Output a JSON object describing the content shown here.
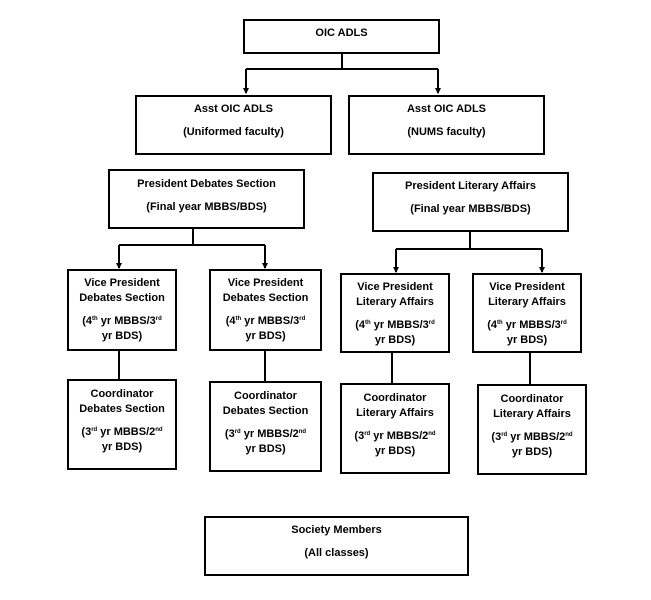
{
  "colors": {
    "line": "#000000",
    "background": "#ffffff"
  },
  "chart": {
    "oic": {
      "title": "OIC ADLS"
    },
    "asst_uniformed": {
      "title": "Asst OIC ADLS",
      "subtitle": "(Uniformed faculty)"
    },
    "asst_nums": {
      "title": "Asst OIC ADLS",
      "subtitle": "(NUMS faculty)"
    },
    "president_debates": {
      "title": "President Debates Section",
      "subtitle": "(Final year MBBS/BDS)"
    },
    "president_literary": {
      "title": "President Literary Affairs",
      "subtitle": "(Final year MBBS/BDS)"
    },
    "vp_debates_1": {
      "title_1": "Vice President",
      "title_2": "Debates Section",
      "d1": "4",
      "sup1": "th",
      "d2": " yr MBBS/3",
      "sup2": "rd",
      "d3": "yr BDS)"
    },
    "vp_debates_2": {
      "title_1": "Vice President",
      "title_2": "Debates Section",
      "d1": "4",
      "sup1": "th",
      "d2": " yr MBBS/3",
      "sup2": "rd",
      "d3": "yr BDS)"
    },
    "vp_literary_1": {
      "title_1": "Vice President",
      "title_2": "Literary Affairs",
      "d1": "4",
      "sup1": "th",
      "d2": " yr MBBS/3",
      "sup2": "rd",
      "d3": "yr BDS)"
    },
    "vp_literary_2": {
      "title_1": "Vice President",
      "title_2": "Literary Affairs",
      "d1": "4",
      "sup1": "th",
      "d2": " yr MBBS/3",
      "sup2": "rd",
      "d3": "yr BDS)"
    },
    "coord_debates_1": {
      "title_1": "Coordinator",
      "title_2": "Debates Section",
      "d1": "3",
      "sup1": "rd",
      "d2": " yr MBBS/2",
      "sup2": "nd",
      "d3": "yr BDS)"
    },
    "coord_debates_2": {
      "title_1": "Coordinator",
      "title_2": "Debates Section",
      "d1": "3",
      "sup1": "rd",
      "d2": " yr MBBS/2",
      "sup2": "nd",
      "d3": "yr BDS)"
    },
    "coord_literary_1": {
      "title_1": "Coordinator",
      "title_2": "Literary Affairs",
      "d1": "3",
      "sup1": "rd",
      "d2": " yr MBBS/2",
      "sup2": "nd",
      "d3": "yr BDS)"
    },
    "coord_literary_2": {
      "title_1": "Coordinator",
      "title_2": "Literary Affairs",
      "d1": "3",
      "sup1": "rd",
      "d2": " yr MBBS/2",
      "sup2": "nd",
      "d3": "yr BDS)"
    },
    "members": {
      "title": "Society Members",
      "subtitle": "(All classes)"
    }
  }
}
